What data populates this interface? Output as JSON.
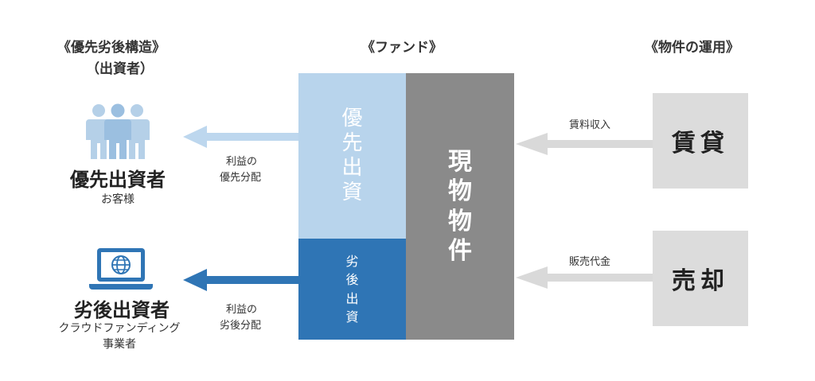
{
  "headers": {
    "left": "《優先劣後構造》",
    "left_sub": "（出資者）",
    "center": "《ファンド》",
    "right": "《物件の運用》"
  },
  "senior_investor": {
    "title": "優先出資者",
    "subtitle": "お客様",
    "icon": "people-group-icon"
  },
  "junior_investor": {
    "title": "劣後出資者",
    "subtitle_line1": "クラウドファンディング",
    "subtitle_line2": "事業者",
    "icon": "laptop-globe-icon"
  },
  "fund": {
    "senior_chars": [
      "優",
      "先",
      "出",
      "資"
    ],
    "junior_chars": [
      "劣",
      "後",
      "出",
      "資"
    ],
    "property_chars": [
      "現",
      "物",
      "物",
      "件"
    ]
  },
  "distribution": {
    "senior_line1": "利益の",
    "senior_line2": "優先分配",
    "junior_line1": "利益の",
    "junior_line2": "劣後分配"
  },
  "operations": {
    "rent_label": "賃料収入",
    "rent_box": "賃貸",
    "sale_label": "販売代金",
    "sale_box": "売却"
  },
  "colors": {
    "senior_blue": "#b8d4ec",
    "junior_blue": "#2f75b5",
    "property_gray": "#8a8a8a",
    "ops_gray": "#dcdcdc",
    "arrow_light_blue": "#bdd7ee",
    "arrow_dark_blue": "#2f75b5",
    "arrow_gray": "#d9d9d9"
  }
}
